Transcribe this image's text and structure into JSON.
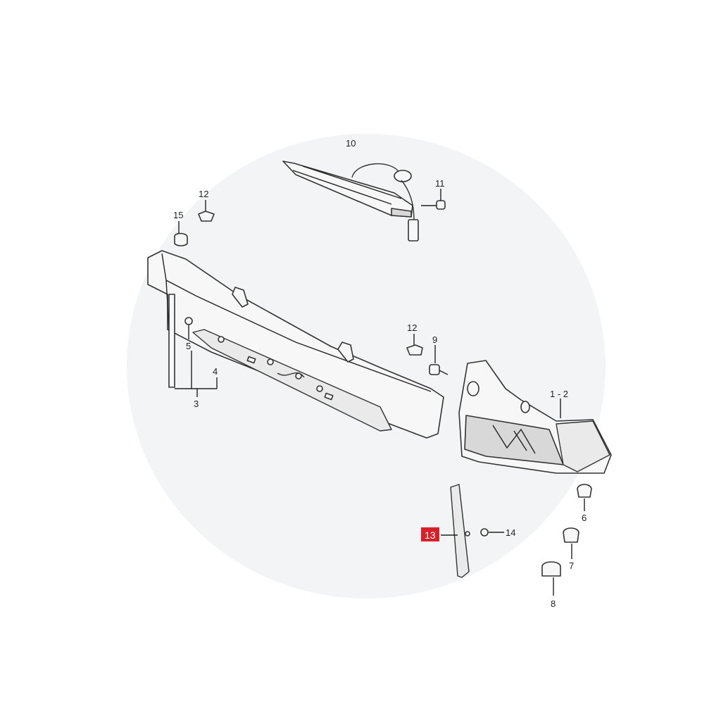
{
  "callouts": {
    "c10": "10",
    "c11": "11",
    "c12a": "12",
    "c15": "15",
    "c12b": "12",
    "c9": "9",
    "c5": "5",
    "c4": "4",
    "c3": "3",
    "c1_2": "1 - 2",
    "c6": "6",
    "c7": "7",
    "c8": "8",
    "c13": "13",
    "c14": "14"
  },
  "highlight_color": "#d6202a"
}
